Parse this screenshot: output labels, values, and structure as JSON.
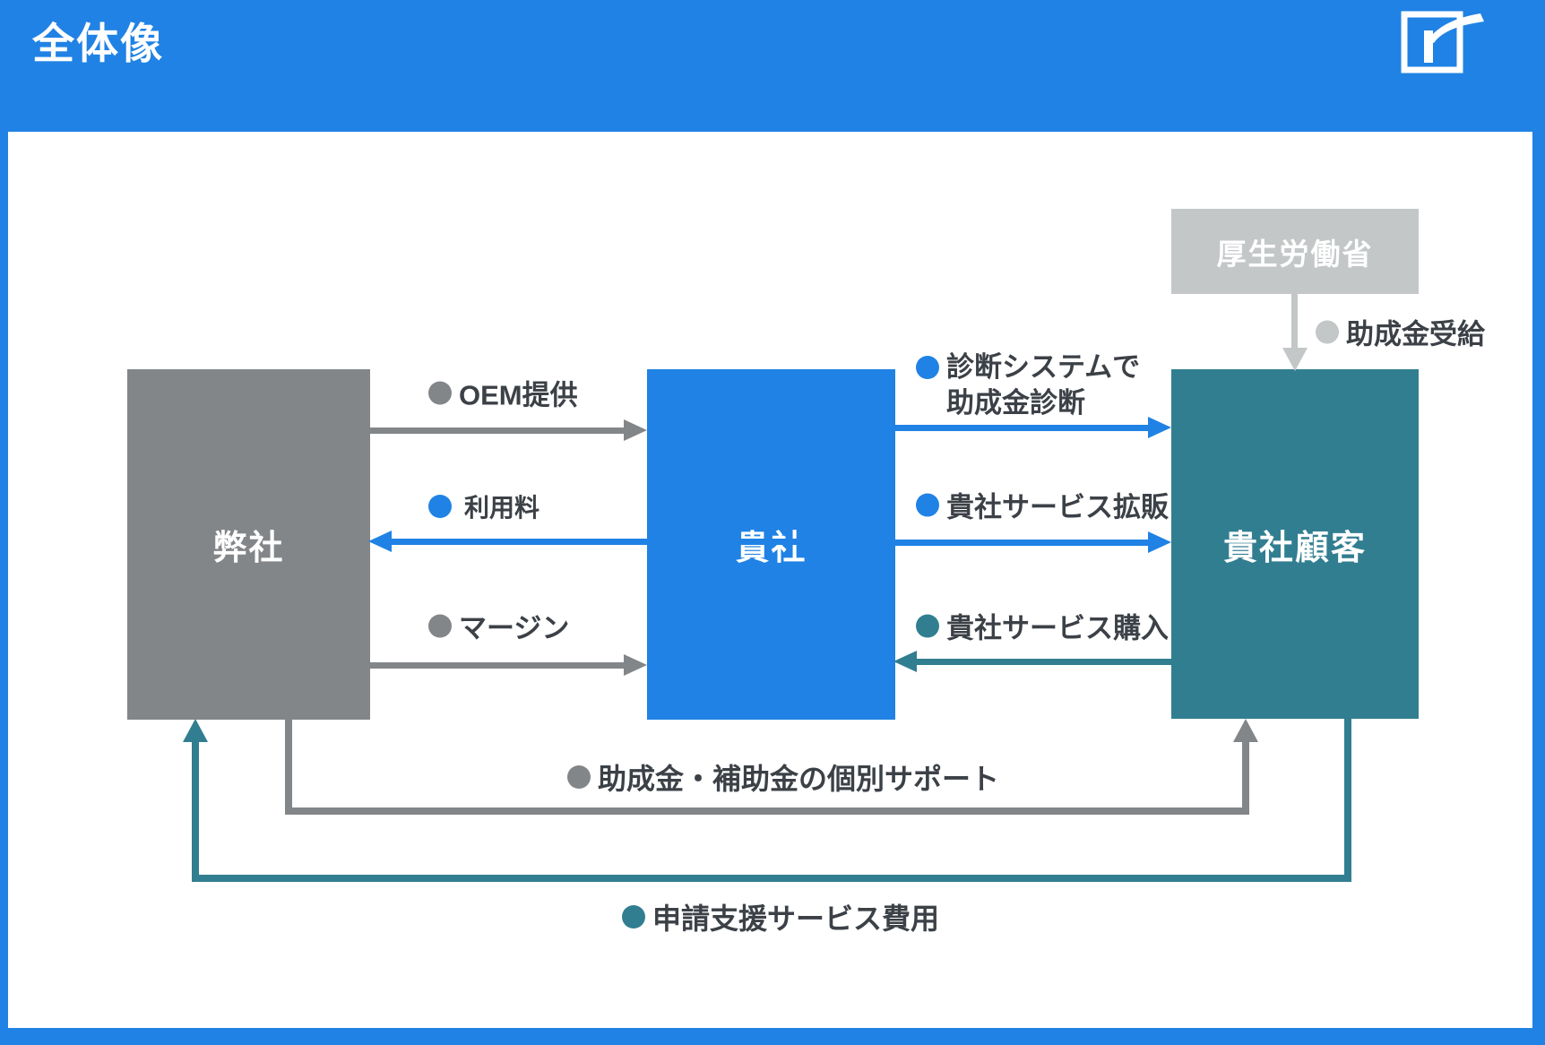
{
  "header": {
    "title": "全体像",
    "logo": "r-mark"
  },
  "nodes": {
    "our_company": {
      "label": "弊社"
    },
    "your_company": {
      "label": "貴社"
    },
    "your_customers": {
      "label": "貴社顧客"
    },
    "ministry": {
      "label": "厚生労働省"
    }
  },
  "flows": {
    "oem": {
      "label": "OEM提供",
      "from": "弊社",
      "to": "貴社",
      "color": "gray"
    },
    "usage_fee": {
      "label": "利用料",
      "from": "貴社",
      "to": "弊社",
      "color": "blue"
    },
    "margin": {
      "label": "マージン",
      "from": "弊社",
      "to": "貴社",
      "color": "gray"
    },
    "diagnosis": {
      "line1": "診断システムで",
      "line2": "助成金診断",
      "from": "貴社",
      "to": "貴社顧客",
      "color": "blue"
    },
    "sales_expansion": {
      "label": "貴社サービス拡販",
      "from": "貴社",
      "to": "貴社顧客",
      "color": "blue"
    },
    "service_purchase": {
      "label": "貴社サービス購入",
      "from": "貴社顧客",
      "to": "貴社",
      "color": "teal"
    },
    "subsidy_receipt": {
      "label": "助成金受給",
      "from": "厚生労働省",
      "to": "貴社顧客",
      "color": "silver"
    },
    "individual_support": {
      "label": "助成金・補助金の個別サポート",
      "from": "弊社",
      "to": "貴社顧客",
      "color": "gray"
    },
    "application_fee": {
      "label": "申請支援サービス費用",
      "from": "貴社顧客",
      "to": "弊社",
      "color": "teal"
    }
  },
  "colors": {
    "blue": "#2082e4",
    "gray": "#838689",
    "teal": "#327e91",
    "silver": "#c3c7c8",
    "text": "#3c4147",
    "white": "#ffffff"
  }
}
